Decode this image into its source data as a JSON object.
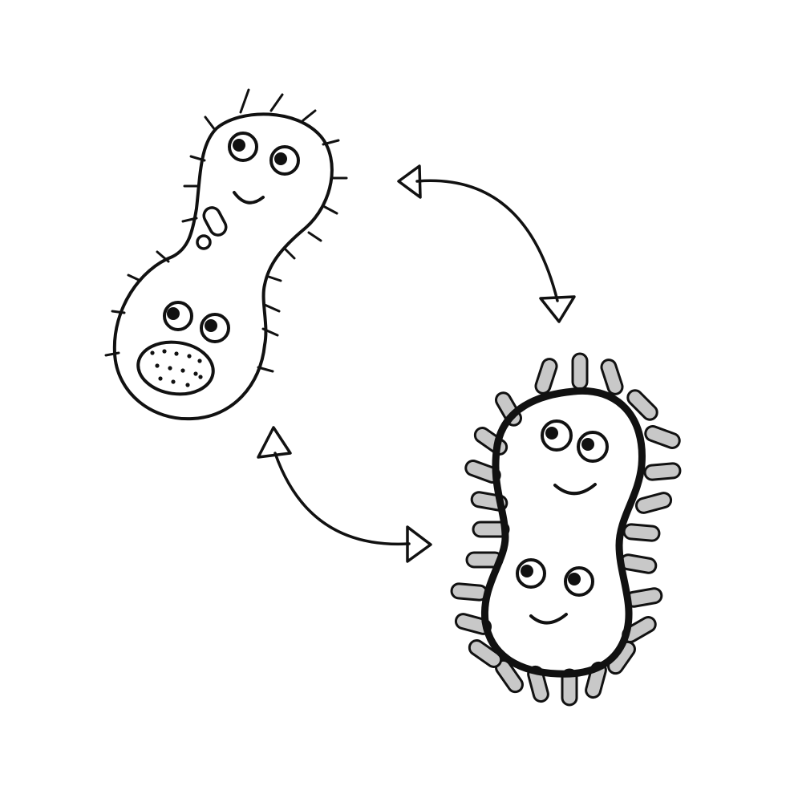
{
  "colors": {
    "background": "#ffffff",
    "outline": "#111111",
    "fill": "#ffffff",
    "cilia_fill": "#c8c8c8"
  },
  "diagram": {
    "nodes": [
      {
        "id": "bacterium-a",
        "kind": "dividing-bacterium",
        "faces": 2,
        "cilia_style": "thin"
      },
      {
        "id": "bacterium-b",
        "kind": "dividing-bacterium",
        "faces": 2,
        "cilia_style": "thick-grey"
      }
    ],
    "edges": [
      {
        "from": "bacterium-a",
        "to": "bacterium-b",
        "style": "curved-double-arrow"
      },
      {
        "from": "bacterium-a",
        "to": "bacterium-b",
        "style": "curved-double-arrow"
      }
    ]
  }
}
